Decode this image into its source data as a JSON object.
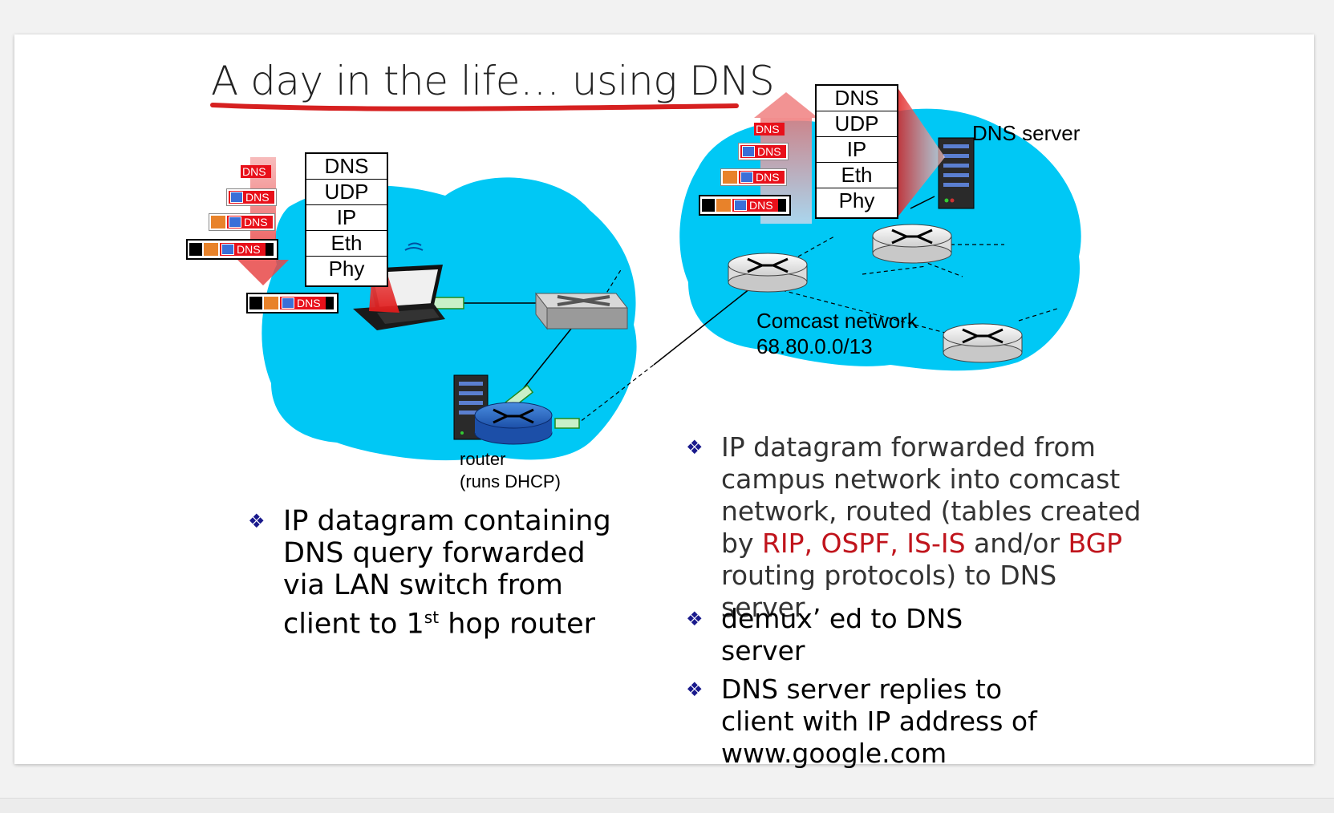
{
  "title": "A day in the life… using DNS",
  "protocol_stack": [
    "DNS",
    "UDP",
    "IP",
    "Eth",
    "Phy"
  ],
  "packet_label": "DNS",
  "labels": {
    "router": "router",
    "router_sub": "(runs DHCP)",
    "dns_server": "DNS server",
    "comcast": "Comcast network",
    "comcast_addr": "68.80.0.0/13"
  },
  "bullet_left": {
    "line1": "IP datagram containing",
    "line2": "DNS query forwarded",
    "line3": "via LAN switch from",
    "line4_pre": "client to 1",
    "line4_sup": "st",
    "line4_post": " hop router"
  },
  "bullet_right1": {
    "line1": "IP datagram forwarded from",
    "line2": "campus network into comcast",
    "line3": "network, routed (tables created",
    "line4_pre": "by ",
    "line4_protocols": "RIP, OSPF, IS-IS",
    "line4_mid": " and/or ",
    "line4_bgp": "BGP",
    "line5": "routing protocols) to DNS",
    "line6": "server"
  },
  "bullet_right2": {
    "line1": "demux’ ed to DNS",
    "line2": "server"
  },
  "bullet_right3": {
    "line1": "DNS server replies to",
    "line2": "client with IP address of",
    "line3": "www.google.com"
  },
  "colors": {
    "cloud": "#00c8f5",
    "accent_red": "#c0141c",
    "underline": "#d62020",
    "bullet_marker": "#1a1a8c"
  }
}
